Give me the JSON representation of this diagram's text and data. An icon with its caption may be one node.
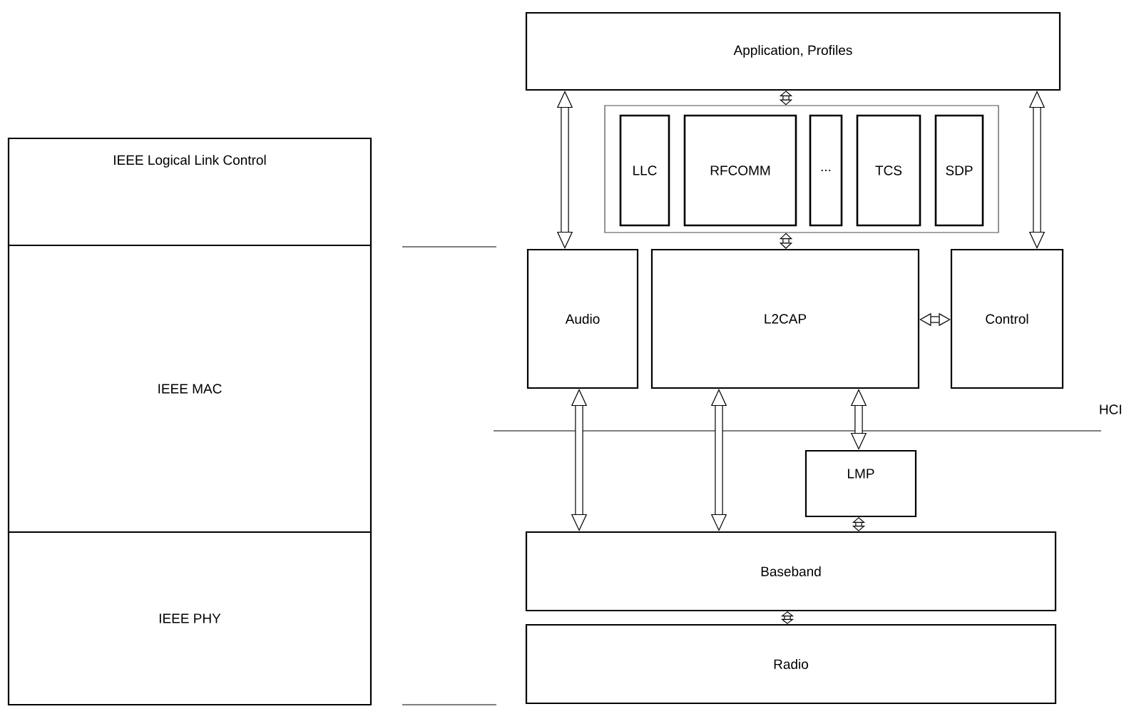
{
  "diagram": {
    "nodes": [
      {
        "text": [
          "Application, Profiles"
        ]
      },
      {
        "text": [],
        "shape": "box"
      },
      {
        "text": [
          "LLC"
        ],
        "in": 1
      },
      {
        "text": [
          "RFCOMM"
        ],
        "in": 1
      },
      {
        "text": [
          "..."
        ],
        "in": 1
      },
      {
        "text": [
          "TCS"
        ],
        "in": 1
      },
      {
        "text": [
          "SDP"
        ],
        "in": 1
      },
      {
        "text": [
          "Audio"
        ]
      },
      {
        "text": [
          "L2CAP"
        ]
      },
      {
        "text": [
          "Control"
        ]
      },
      {
        "text": [
          "LMP"
        ]
      },
      {
        "text": [
          "Baseband"
        ]
      },
      {
        "text": [
          "Radio"
        ]
      },
      {
        "text": [
          "IEEE Logical Link Control"
        ]
      },
      {
        "text": [
          "IEEE MAC"
        ]
      },
      {
        "text": [
          "IEEE PHY"
        ]
      }
    ],
    "edges": [
      {
        "from": 0,
        "to": 7,
        "arrow": "both"
      },
      {
        "from": 0,
        "to": 1,
        "arrow": "both"
      },
      {
        "from": 1,
        "to": 8,
        "arrow": "both"
      },
      {
        "from": 0,
        "to": 9,
        "arrow": "both"
      },
      {
        "from": 8,
        "to": 9,
        "arrow": "both"
      },
      {
        "from": 7,
        "to": 11,
        "arrow": "both"
      },
      {
        "from": 8,
        "to": 11,
        "arrow": "both"
      },
      {
        "from": 8,
        "to": 10,
        "arrow": "both"
      },
      {
        "from": 10,
        "to": 11,
        "arrow": "both"
      },
      {
        "from": 11,
        "to": 12,
        "arrow": "both"
      }
    ],
    "labels": [
      "HCI"
    ]
  }
}
